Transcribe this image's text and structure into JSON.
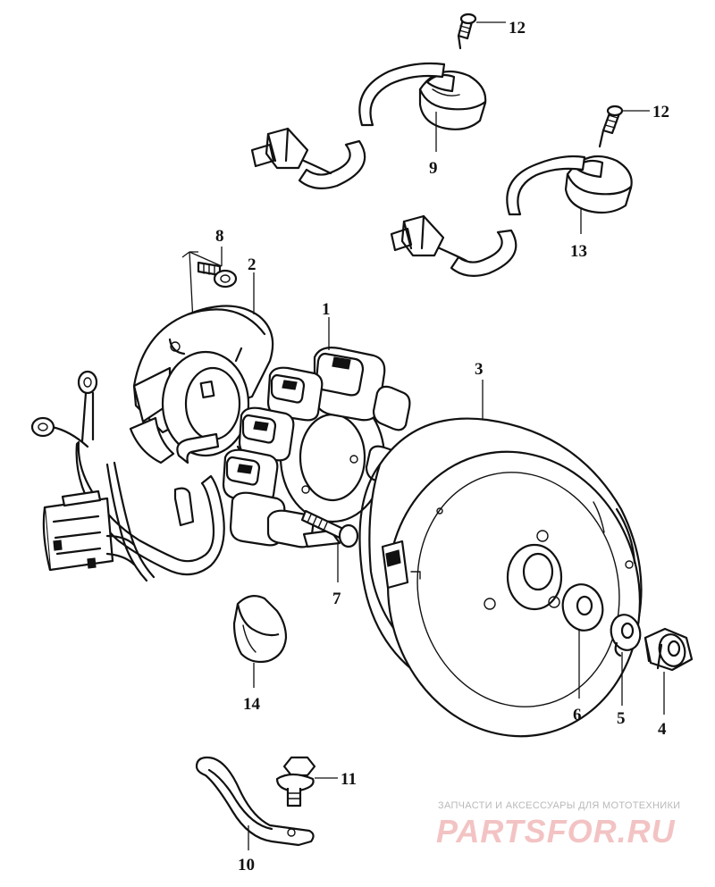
{
  "callouts": [
    {
      "id": "1",
      "label": "1"
    },
    {
      "id": "2",
      "label": "2"
    },
    {
      "id": "3",
      "label": "3"
    },
    {
      "id": "4",
      "label": "4"
    },
    {
      "id": "5",
      "label": "5"
    },
    {
      "id": "6",
      "label": "6"
    },
    {
      "id": "7",
      "label": "7"
    },
    {
      "id": "8",
      "label": "8"
    },
    {
      "id": "9",
      "label": "9"
    },
    {
      "id": "10",
      "label": "10"
    },
    {
      "id": "11",
      "label": "11"
    },
    {
      "id": "12a",
      "label": "12"
    },
    {
      "id": "12b",
      "label": "12"
    },
    {
      "id": "13",
      "label": "13"
    },
    {
      "id": "14",
      "label": "14"
    }
  ],
  "watermark": {
    "tagline": "ЗАПЧАСТИ И АКСЕССУАРЫ ДЛЯ МОТОТЕХНИКИ",
    "logo": "PARTSFOR.RU"
  }
}
